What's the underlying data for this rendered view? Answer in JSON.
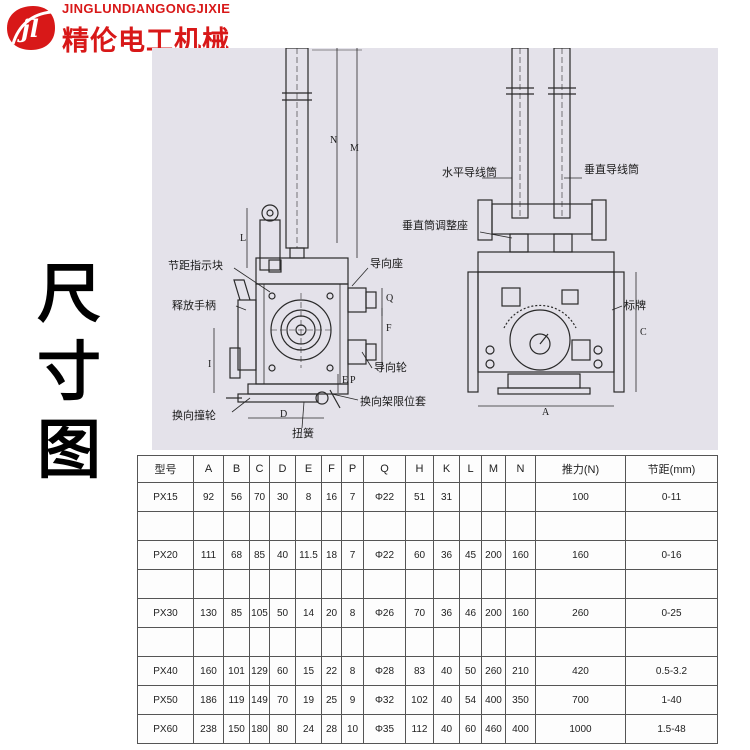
{
  "logo": {
    "latin": "JINGLUNDIANGONGJIXIE",
    "chinese": "精伦电工机械",
    "monogram": "jl",
    "brand_color": "#d81818"
  },
  "heading": {
    "line1": "尺",
    "line2": "寸",
    "line3": "图"
  },
  "drawing": {
    "callouts": {
      "pitch_indicator": "节距指示块",
      "release_handle": "释放手柄",
      "reversing_ratchet": "换向撞轮",
      "torsion_spring": "扭簧",
      "guide_seat": "导向座",
      "guide_wheel": "导向轮",
      "reversing_limit_sleeve": "换向架限位套",
      "horizontal_guide_tube": "水平导线筒",
      "vertical_guide_tube": "垂直导线筒",
      "vertical_adjust_seat": "垂直筒调整座",
      "nameplate": "标牌"
    },
    "dimension_letters": {
      "N": "N",
      "M": "M",
      "L": "L",
      "I": "I",
      "Q": "Q",
      "F": "F",
      "E": "E",
      "P": "P",
      "D": "D",
      "A": "A",
      "C": "C"
    }
  },
  "table": {
    "headers": [
      "型号",
      "A",
      "B",
      "C",
      "D",
      "E",
      "F",
      "P",
      "Q",
      "H",
      "K",
      "L",
      "M",
      "N",
      "推力(N)",
      "节距(mm)"
    ],
    "rows": [
      [
        "PX15",
        "92",
        "56",
        "70",
        "30",
        "8",
        "16",
        "7",
        "Φ22",
        "51",
        "31",
        "",
        "",
        "",
        "100",
        "0-11"
      ],
      [
        "",
        "",
        "",
        "",
        "",
        "",
        "",
        "",
        "",
        "",
        "",
        "",
        "",
        "",
        "",
        ""
      ],
      [
        "PX20",
        "111",
        "68",
        "85",
        "40",
        "11.5",
        "18",
        "7",
        "Φ22",
        "60",
        "36",
        "45",
        "200",
        "160",
        "160",
        "0-16"
      ],
      [
        "",
        "",
        "",
        "",
        "",
        "",
        "",
        "",
        "",
        "",
        "",
        "",
        "",
        "",
        "",
        ""
      ],
      [
        "PX30",
        "130",
        "85",
        "105",
        "50",
        "14",
        "20",
        "8",
        "Φ26",
        "70",
        "36",
        "46",
        "200",
        "160",
        "260",
        "0-25"
      ],
      [
        "",
        "",
        "",
        "",
        "",
        "",
        "",
        "",
        "",
        "",
        "",
        "",
        "",
        "",
        "",
        ""
      ],
      [
        "PX40",
        "160",
        "101",
        "129",
        "60",
        "15",
        "22",
        "8",
        "Φ28",
        "83",
        "40",
        "50",
        "260",
        "210",
        "420",
        "0.5-3.2"
      ],
      [
        "PX50",
        "186",
        "119",
        "149",
        "70",
        "19",
        "25",
        "9",
        "Φ32",
        "102",
        "40",
        "54",
        "400",
        "350",
        "700",
        "1-40"
      ],
      [
        "PX60",
        "238",
        "150",
        "180",
        "80",
        "24",
        "28",
        "10",
        "Φ35",
        "112",
        "40",
        "60",
        "460",
        "400",
        "1000",
        "1.5-48"
      ]
    ]
  }
}
